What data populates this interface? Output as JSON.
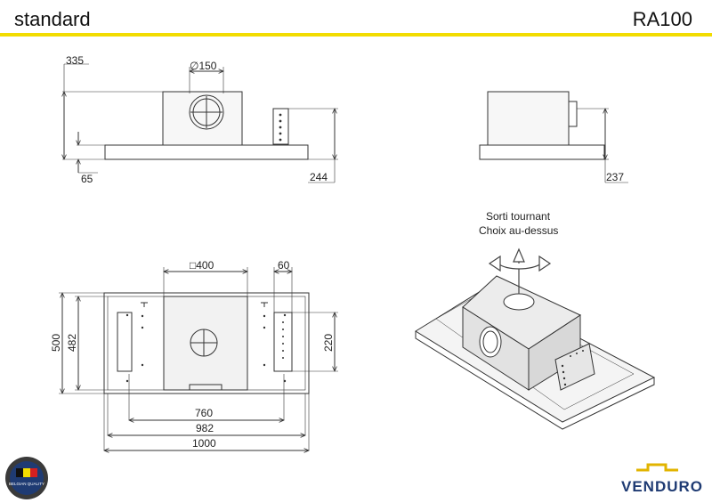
{
  "header": {
    "title": "standard",
    "model": "RA100",
    "accent_color": "#f2dc00"
  },
  "front_view": {
    "dims": {
      "total_height": "335",
      "duct_diameter": "∅150",
      "panel_height": "65",
      "control_height": "244"
    }
  },
  "side_view": {
    "dims": {
      "height": "237"
    }
  },
  "top_view": {
    "dims": {
      "depth": "500",
      "inner_depth": "482",
      "opening": "□400",
      "control_width": "60",
      "control_height": "220",
      "width_760": "760",
      "width_982": "982",
      "width_1000": "1000"
    }
  },
  "iso_view": {
    "note_line1": "Sorti tournant",
    "note_line2": "Choix au-dessus"
  },
  "footer": {
    "badge_text": "BELGIAN QUALITY",
    "brand": "VENDURO",
    "brand_color": "#1f3b73",
    "logo_color": "#e2b400"
  }
}
